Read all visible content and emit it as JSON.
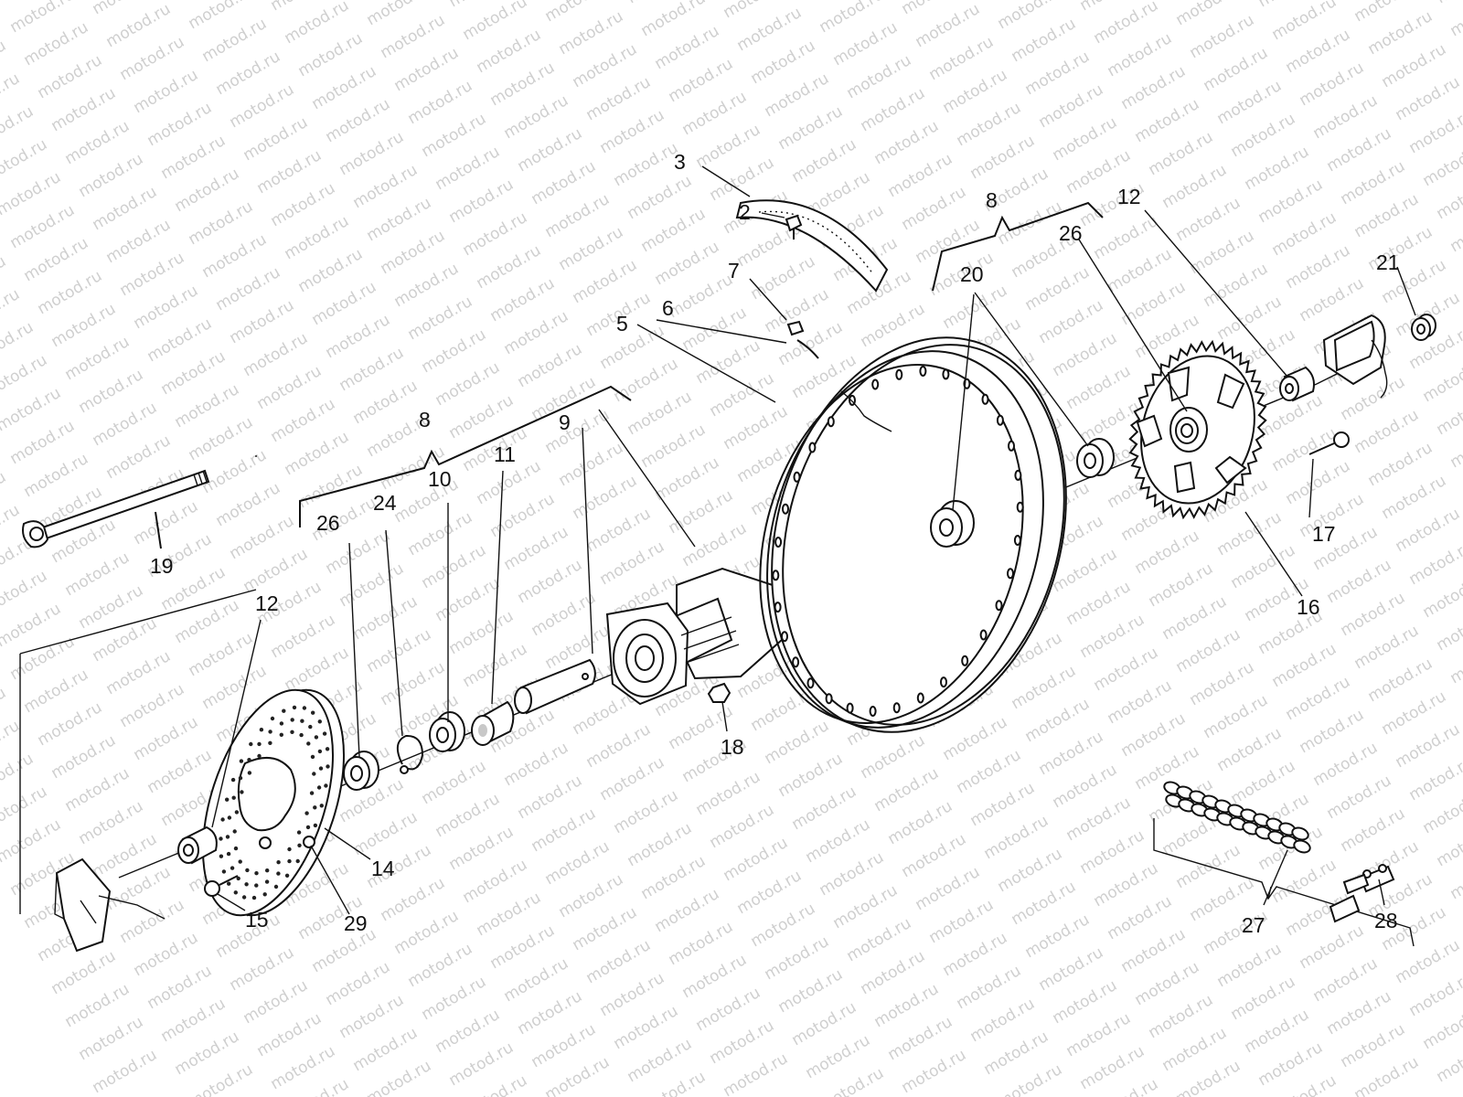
{
  "watermark": "motod.ru",
  "callouts": {
    "c2": "2",
    "c3": "3",
    "c5": "5",
    "c6": "6",
    "c7": "7",
    "c8_left": "8",
    "c8_right": "8",
    "c9": "9",
    "c10": "10",
    "c11": "11",
    "c12_left": "12",
    "c12_right": "12",
    "c14": "14",
    "c15": "15",
    "c16": "16",
    "c17": "17",
    "c18": "18",
    "c19": "19",
    "c20": "20",
    "c21": "21",
    "c24": "24",
    "c26_left": "26",
    "c26_right": "26",
    "c27": "27",
    "c28": "28",
    "c29": "29"
  }
}
